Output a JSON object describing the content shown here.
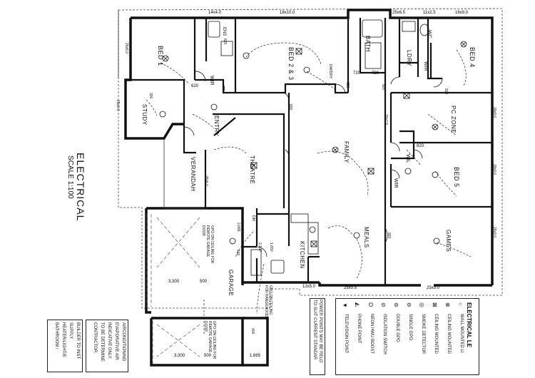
{
  "drawing": {
    "title": "ELECTRICAL",
    "scale": "SCALE 1:100"
  },
  "rooms": {
    "bed1": "BED 1",
    "bed23": "BED 2 & 3",
    "bed4": "BED 4",
    "bed5": "BED 5",
    "ens": "ENS",
    "bath": "BATH",
    "lndry": "LDRY",
    "wc": "WC",
    "wir1": "WIR",
    "wir2": "WIR",
    "wir3": "WIR",
    "wil": "WIL",
    "study": "STUDY",
    "entry": "ENTRY",
    "theatre": "THEATRE",
    "family": "FAMILY",
    "pczone": "PC ZONE",
    "meals": "MEALS",
    "kitchen": "KITCHEN",
    "games": "GAMES",
    "garage": "GARAGE",
    "verandah": "VERANDAH",
    "dm": "DM",
    "ldry_dim": "DW/DRY"
  },
  "dimensions": {
    "d1": "14x4.0",
    "d2": "18x10.0",
    "d3": "25x6.5",
    "d4": "11x2.5",
    "d5": "18x9.0",
    "d6": "25x6.0",
    "d7": "25x9.0",
    "d8": "18x9.0",
    "d9": "18x9.0",
    "d10": "25x9.0",
    "d11": "15x7.5",
    "d12": "25x6.0",
    "d13": "12x5.0",
    "d14": "25x9.5",
    "d15": "25x9.0",
    "d16": "3,300",
    "d17": "3,300",
    "d18": "2,665",
    "d19": "1,665",
    "d20": "500",
    "d21": "500",
    "d22": "400",
    "d23": "300",
    "d24": "820",
    "d25": "820",
    "d26": "820",
    "d27": "820",
    "d28": "720",
    "d29": "620",
    "d30": "720",
    "d31": "820",
    "d32": "620",
    "d33": "820",
    "d34": "2,100",
    "d35": "1,650",
    "d36": "400"
  },
  "garage_notes": {
    "n1": "GPO ON CEILING FOR REMOTE GARAGE DOOR",
    "n2": "GPO ON CEILING FOR REMOTE GARAGE DOOR",
    "n3": "GPO ON CEILING FOR RANGEHOOD"
  },
  "notes": {
    "aircon": [
      "AIRCONDITIONING",
      "EVAPORATIVE AIR",
      "INDICATIVE ONLY.",
      "TO BE DETERMINE",
      "CONTRACTOR."
    ],
    "builder": [
      "BUILDER TO INST",
      "SUPPLY",
      "HEATER/LIGHT/E",
      "BATHROOM /"
    ],
    "power": [
      "POWER POINTS MAY BE RELO",
      "TO SUIT CURRENT STANDAR"
    ]
  },
  "legend": {
    "heading": "ELECTRICAL LE",
    "items": [
      {
        "symbol": "○",
        "label": "WALL MOUNTED LI"
      },
      {
        "symbol": "⊗",
        "label": "CEILING MOUNTED"
      },
      {
        "symbol": "⊠",
        "label": "CEILING MOUNTED"
      },
      {
        "symbol": "◎",
        "label": "SMOKE DETECTOR"
      },
      {
        "symbol": "⊖",
        "label": "SINGLE GPO"
      },
      {
        "symbol": "⊜",
        "label": "DOUBLE GPO"
      },
      {
        "symbol": "⊘",
        "label": "ISOLATION SWITCH"
      },
      {
        "symbol": "ʘ",
        "label": "NEON HWU BOOST"
      },
      {
        "symbol": "◭",
        "label": "PHONE POINT"
      },
      {
        "symbol": "▼",
        "label": "TELEVISION POINT"
      }
    ]
  }
}
